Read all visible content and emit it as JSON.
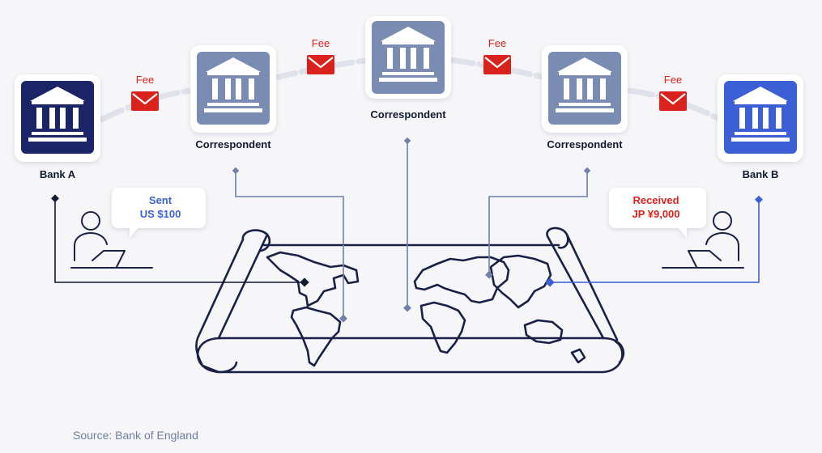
{
  "title": "",
  "colors": {
    "navy": "#1b2466",
    "correspondent": "#7b8cb2",
    "bank_b": "#3d5fd6",
    "fee_red": "#d9221c",
    "outline": "#1a2146",
    "connector_gray": "#6f81a8",
    "connector_blue": "#3d5fd6",
    "bridge": "#dfe2ea"
  },
  "nodes": {
    "bank_a": {
      "label": "Bank A",
      "icon": "bank-icon"
    },
    "correspondent_1": {
      "label": "Correspondent",
      "icon": "bank-icon"
    },
    "correspondent_2": {
      "label": "Correspondent",
      "icon": "bank-icon"
    },
    "correspondent_3": {
      "label": "Correspondent",
      "icon": "bank-icon"
    },
    "bank_b": {
      "label": "Bank B",
      "icon": "bank-icon"
    }
  },
  "fees": [
    {
      "label": "Fee",
      "icon": "envelope-icon"
    },
    {
      "label": "Fee",
      "icon": "envelope-icon"
    },
    {
      "label": "Fee",
      "icon": "envelope-icon"
    },
    {
      "label": "Fee",
      "icon": "envelope-icon"
    }
  ],
  "sender": {
    "line1": "Sent",
    "line2": "US $100",
    "icon": "person-at-laptop-icon"
  },
  "receiver": {
    "line1": "Received",
    "line2": "JP ¥9,000",
    "icon": "person-at-laptop-icon"
  },
  "map": {
    "icon": "world-map-scroll-icon"
  },
  "source": "Source: Bank of England"
}
